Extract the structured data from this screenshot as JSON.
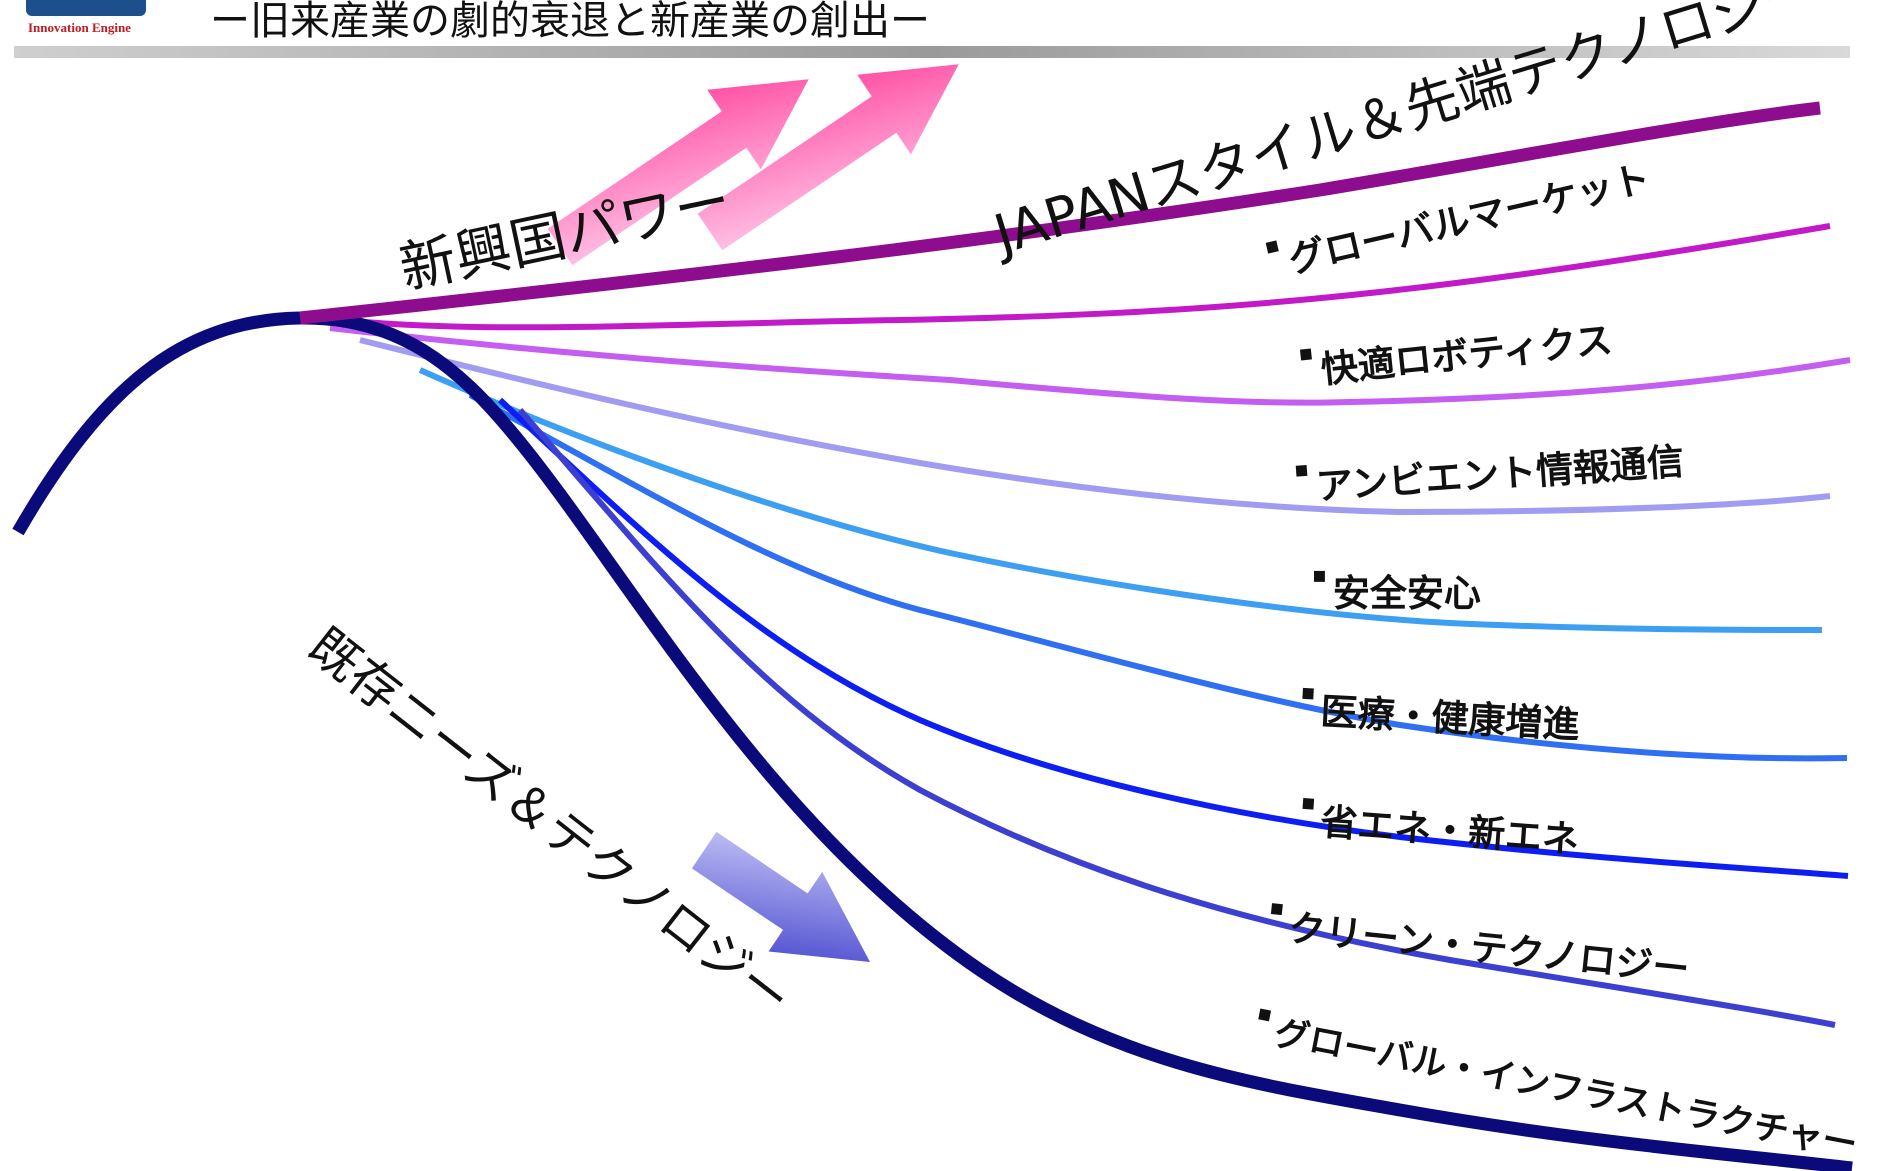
{
  "header": {
    "logo_text": "Innovation Engine",
    "subtitle": "ー旧来産業の劇的衰退と新産業の創出ー"
  },
  "diagram": {
    "label_emerging": "新興国パワー",
    "label_japan": "JAPANスタイル＆先端テクノロジー",
    "label_existing": "既存ニーズ＆テクノロジー",
    "bullet": "▪",
    "items": [
      "グローバルマーケット",
      "快適ロボティクス",
      "アンビエント情報通信",
      "安全安心",
      "医療・健康増進",
      "省エネ・新エネ",
      "クリーン・テクノロジー",
      "グローバル・インフラストラクチャー"
    ],
    "colors": {
      "main_curve": "#0a0a7a",
      "top_curve": "#8e0c8e",
      "arrow_pink": "#ff3d99",
      "arrow_blue": "#3535c8",
      "branches": [
        "#c21ac9",
        "#c35ef0",
        "#9f9cf2",
        "#3c9ff1",
        "#2f6ff2",
        "#0c1ef2",
        "#3c3fcf"
      ]
    }
  }
}
